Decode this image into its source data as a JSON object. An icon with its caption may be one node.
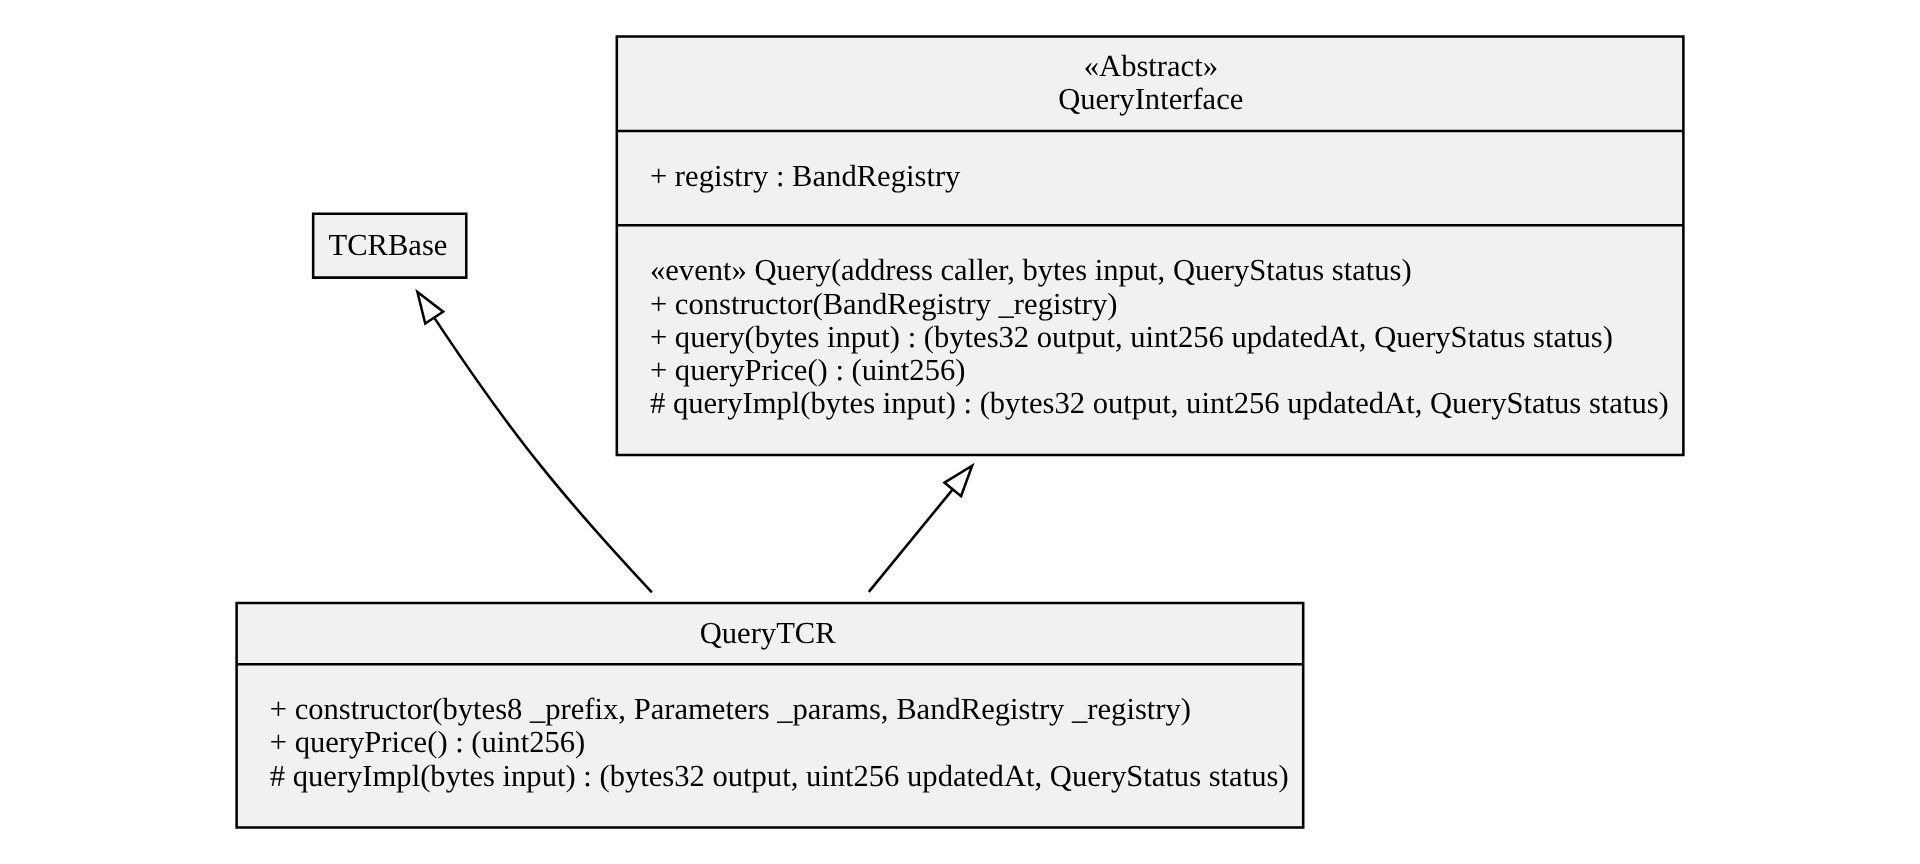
{
  "diagram": {
    "nodes": [
      {
        "text": [
          "TCRBase"
        ]
      },
      {
        "text": [
          "«Abstract»",
          "QueryInterface",
          "+ registry : BandRegistry",
          "«event» Query(address caller, bytes input, QueryStatus status)",
          "+ constructor(BandRegistry _registry)",
          "+ query(bytes input) : (bytes32 output, uint256 updatedAt, QueryStatus status)",
          "+ queryPrice() : (uint256)",
          "# queryImpl(bytes input) : (bytes32 output, uint256 updatedAt, QueryStatus status)"
        ]
      },
      {
        "text": [
          "QueryTCR",
          "+ constructor(bytes8 _prefix, Parameters _params, BandRegistry _registry)",
          "+ queryPrice() : (uint256)",
          "# queryImpl(bytes input) : (bytes32 output, uint256 updatedAt, QueryStatus status)"
        ]
      }
    ],
    "edges": [
      {
        "from": 2,
        "to": 0,
        "arrow": "to"
      },
      {
        "from": 2,
        "to": 1,
        "arrow": "to"
      }
    ]
  }
}
